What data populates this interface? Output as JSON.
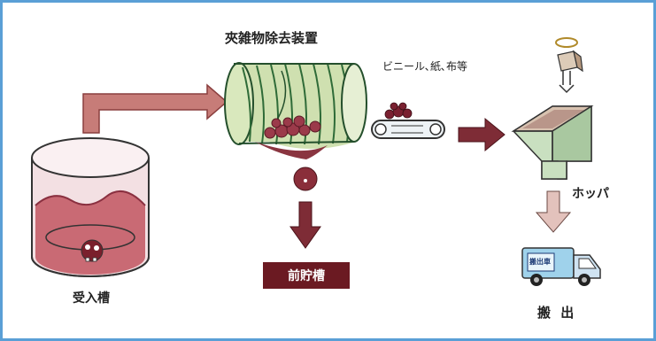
{
  "labels": {
    "foreign_removal_device": "夾雑物除去装置",
    "waste_types": "ビニール､紙､布等",
    "receiving_tank": "受入槽",
    "pre_storage_tank": "前貯槽",
    "hopper": "ホッパ",
    "truck_label": "搬出車",
    "carry_out": "搬 出"
  },
  "colors": {
    "frame_border": "#5a9fd6",
    "arrow_primary": "#b86a66",
    "arrow_dark": "#8a2a35",
    "arrow_light": "#e3c2bc",
    "drum_fill": "#cfe0b0",
    "drum_stripe": "#3b7040",
    "sludge": "#a84c52",
    "pretank_box": "#6b1a22",
    "hopper_fill": "#c9e0c0",
    "truck_cab": "#cfe3f2",
    "truck_body": "#9fd2eb"
  }
}
